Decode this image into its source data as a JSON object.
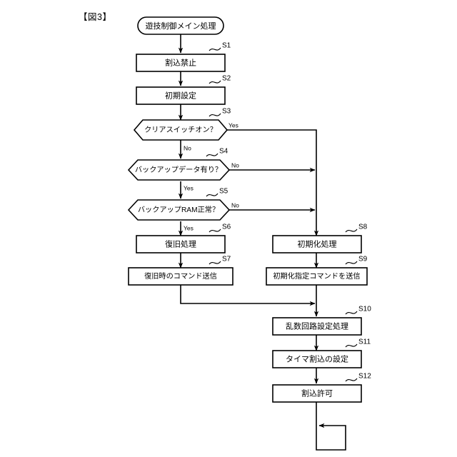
{
  "figure": {
    "title": "【図3】",
    "type": "flowchart",
    "language": "ja"
  },
  "nodes": [
    {
      "id": "start",
      "shape": "terminator",
      "label": "遊技制御メイン処理",
      "step": ""
    },
    {
      "id": "s1",
      "shape": "process",
      "label": "割込禁止",
      "step": "S1"
    },
    {
      "id": "s2",
      "shape": "process",
      "label": "初期設定",
      "step": "S2"
    },
    {
      "id": "s3",
      "shape": "decision",
      "label": "クリアスイッチオン？",
      "step": "S3"
    },
    {
      "id": "s4",
      "shape": "decision",
      "label": "バックアップデータ有り？",
      "step": "S4"
    },
    {
      "id": "s5",
      "shape": "decision",
      "label": "バックアップRAM正常？",
      "step": "S5"
    },
    {
      "id": "s6",
      "shape": "process",
      "label": "復旧処理",
      "step": "S6"
    },
    {
      "id": "s7",
      "shape": "process",
      "label": "復旧時のコマンド送信",
      "step": "S7"
    },
    {
      "id": "s8",
      "shape": "process",
      "label": "初期化処理",
      "step": "S8"
    },
    {
      "id": "s9",
      "shape": "process",
      "label": "初期化指定コマンドを送信",
      "step": "S9"
    },
    {
      "id": "s10",
      "shape": "process",
      "label": "乱数回路設定処理",
      "step": "S10"
    },
    {
      "id": "s11",
      "shape": "process",
      "label": "タイマ割込の設定",
      "step": "S11"
    },
    {
      "id": "s12",
      "shape": "process",
      "label": "割込許可",
      "step": "S12"
    }
  ],
  "branches": {
    "s3_yes": "Yes",
    "s3_no": "No",
    "s4_no": "No",
    "s4_yes": "Yes",
    "s5_no": "No",
    "s5_yes": "Yes"
  },
  "colors": {
    "line": "#000000",
    "fill": "#ffffff",
    "text": "#000000"
  }
}
